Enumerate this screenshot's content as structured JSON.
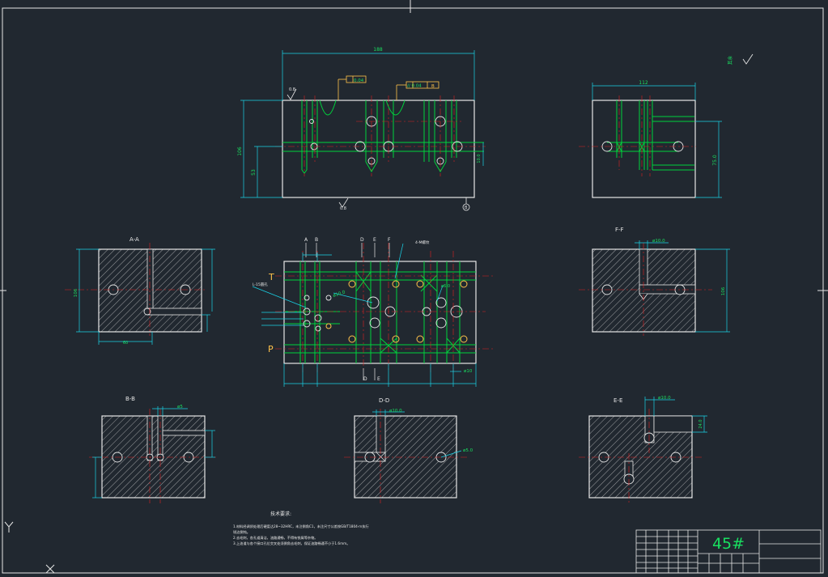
{
  "drawing": {
    "colors": {
      "background": "#212830",
      "outline": "#e6e6e6",
      "hole": "#00d23c",
      "center": "#e02020",
      "dim": "#19d2e6",
      "dimtext": "#19e060",
      "tol": "#ffc24a",
      "hatch": "#cfcfcf"
    },
    "top_view": {
      "overall_width": "188",
      "height": "106",
      "half_height": "53",
      "small_dim": "10.0",
      "roughness": "0.8",
      "flatness": "0.04",
      "parallelism": "// 0.04",
      "datum": "B",
      "datum_bottom": "B"
    },
    "side_view": {
      "width": "112",
      "height_dim": "75.0"
    },
    "front_view": {
      "label_T": "T",
      "label_P": "P",
      "section_marks": [
        "A",
        "B",
        "D",
        "E",
        "F"
      ],
      "bottom_marks": [
        "D",
        "E"
      ],
      "dia_main": "ø10.0",
      "dia_hole": "ø10",
      "dia_small": "ø6.0",
      "thread_note": "4-M螺纹",
      "hole_note": "L-15圆孔"
    },
    "section_aa": {
      "label": "A-A",
      "height": "106",
      "width": "60"
    },
    "section_ff": {
      "label": "F-F",
      "dia": "ø10.0",
      "height": "106"
    },
    "section_bb": {
      "label": "B-B",
      "dia": "ø5"
    },
    "section_dd": {
      "label": "D-D",
      "dia_top": "ø10.0",
      "dia_right": "ø5.0"
    },
    "section_ee": {
      "label": "E-E",
      "dia": "ø10.0",
      "dim": "24.0"
    },
    "roughness_corner": "其余",
    "tech_title": "技术要求:",
    "tech_notes": [
      "1.材料经调质处理后硬度达28~32HRC，未注倒角C1，未注尺寸公差按GB/T1804-m执行",
      "锐边倒钝。",
      "2.去毛刺，各孔道清洁，油路通畅，不得有铁屑等杂物。",
      "3.上油道与各个接口孔位交叉处须倒角去毛刺，保证油路畅通不小于1.6mm。"
    ],
    "title_block": {
      "material": "45#"
    }
  }
}
